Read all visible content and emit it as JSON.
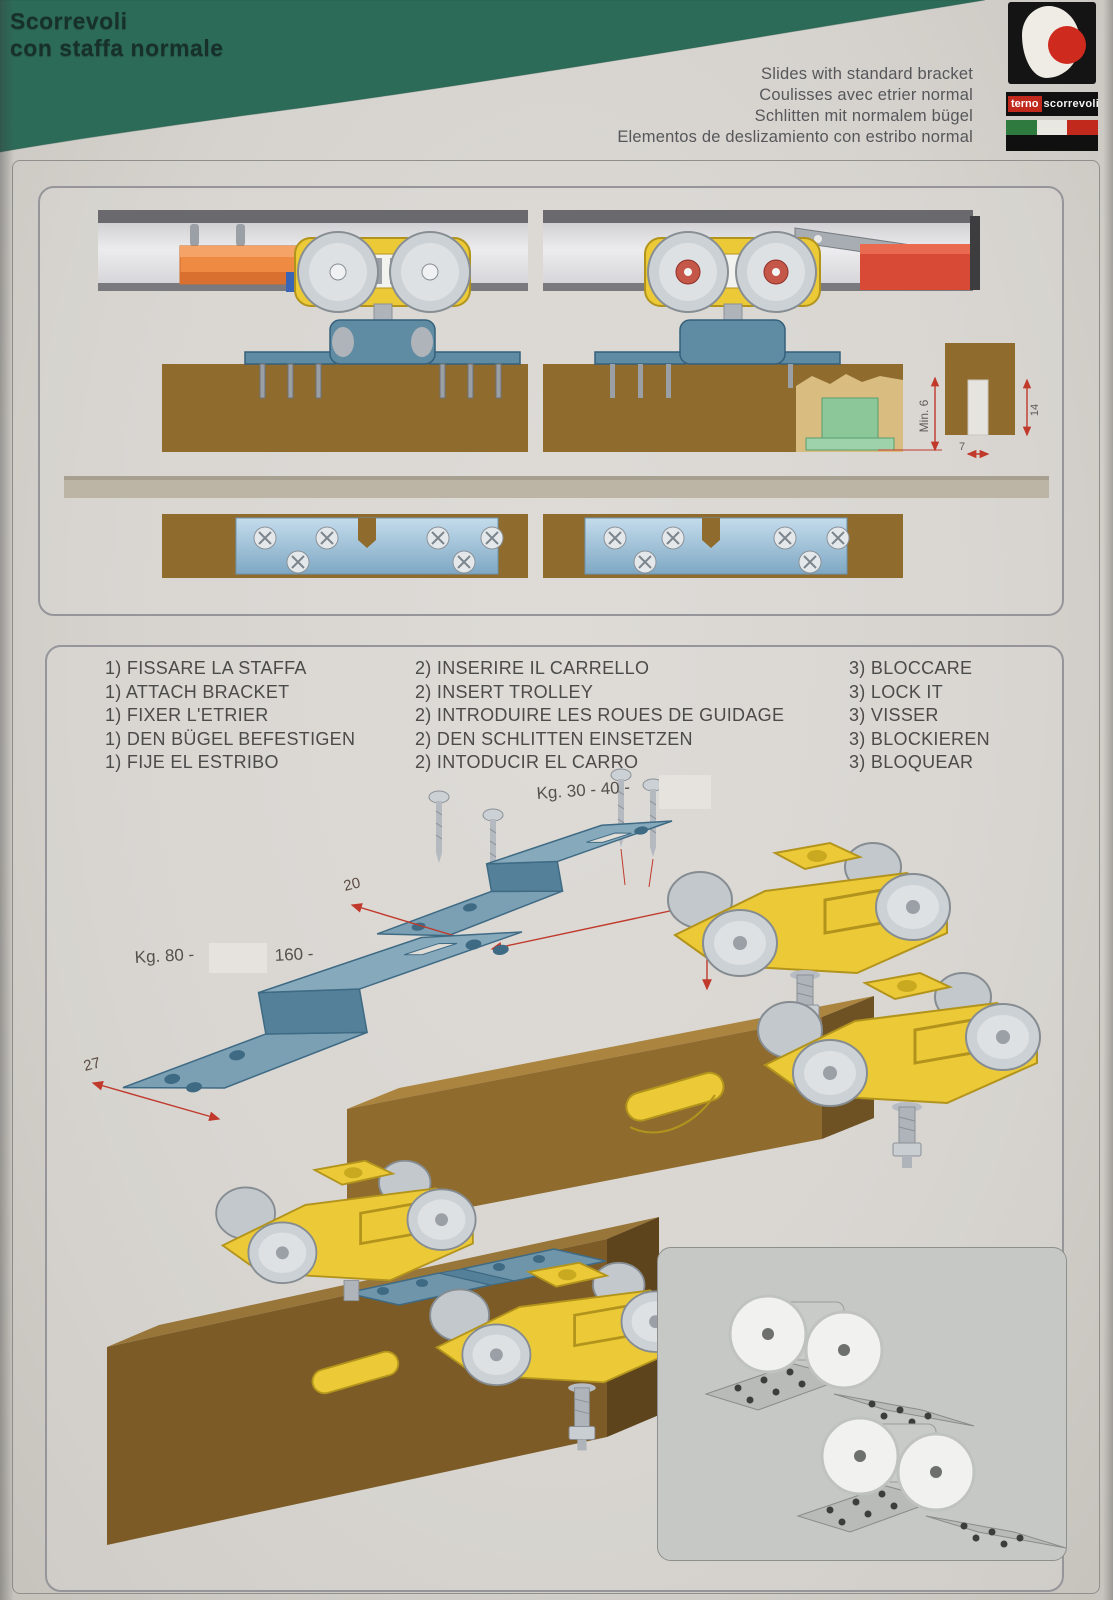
{
  "header": {
    "title_line1": "Scorrevoli",
    "title_line2": "con staffa normale",
    "subtitles": [
      "Slides with standard bracket",
      "Coulisses avec etrier normal",
      "Schlitten mit normalem bügel",
      "Elementos de deslizamiento con estribo normal"
    ],
    "logo": {
      "brand_bold": "terno",
      "brand_rest": "scorrevoli"
    }
  },
  "instructions": {
    "col1": [
      "1) FISSARE LA STAFFA",
      "1) ATTACH BRACKET",
      "1) FIXER L'ETRIER",
      "1) DEN BÜGEL BEFESTIGEN",
      "1) FIJE EL ESTRIBO"
    ],
    "col2": [
      "2) INSERIRE IL CARRELLO",
      "2) INSERT TROLLEY",
      "2) INTRODUIRE LES ROUES DE GUIDAGE",
      "2) DEN SCHLITTEN EINSETZEN",
      "2) INTODUCIR EL CARRO"
    ],
    "col3": [
      "3) BLOCCARE",
      "3) LOCK IT",
      "3) VISSER",
      "3) BLOCKIEREN",
      "3) BLOQUEAR"
    ]
  },
  "diagram_labels": {
    "weight_small": "Kg. 30 - 40 -",
    "weight_large_a": "Kg. 80 -",
    "weight_large_b": "160 -",
    "dim_20": "20",
    "dim_27": "27",
    "dim_min6": "Min. 6",
    "dim_14": "14",
    "dim_7": "7"
  },
  "colors": {
    "accent_green": "#2d6b59",
    "trolley_yellow": "#ecc937",
    "bracket_steel_blue": "#5f8ba3",
    "wood_brown": "#8f6b2e",
    "buffer_orange": "#ef8a43",
    "stop_red": "#d84a35",
    "floor_guide_green": "#8cc79a",
    "dimension_red": "#c0392b",
    "logo_red": "#cf2a1e"
  }
}
